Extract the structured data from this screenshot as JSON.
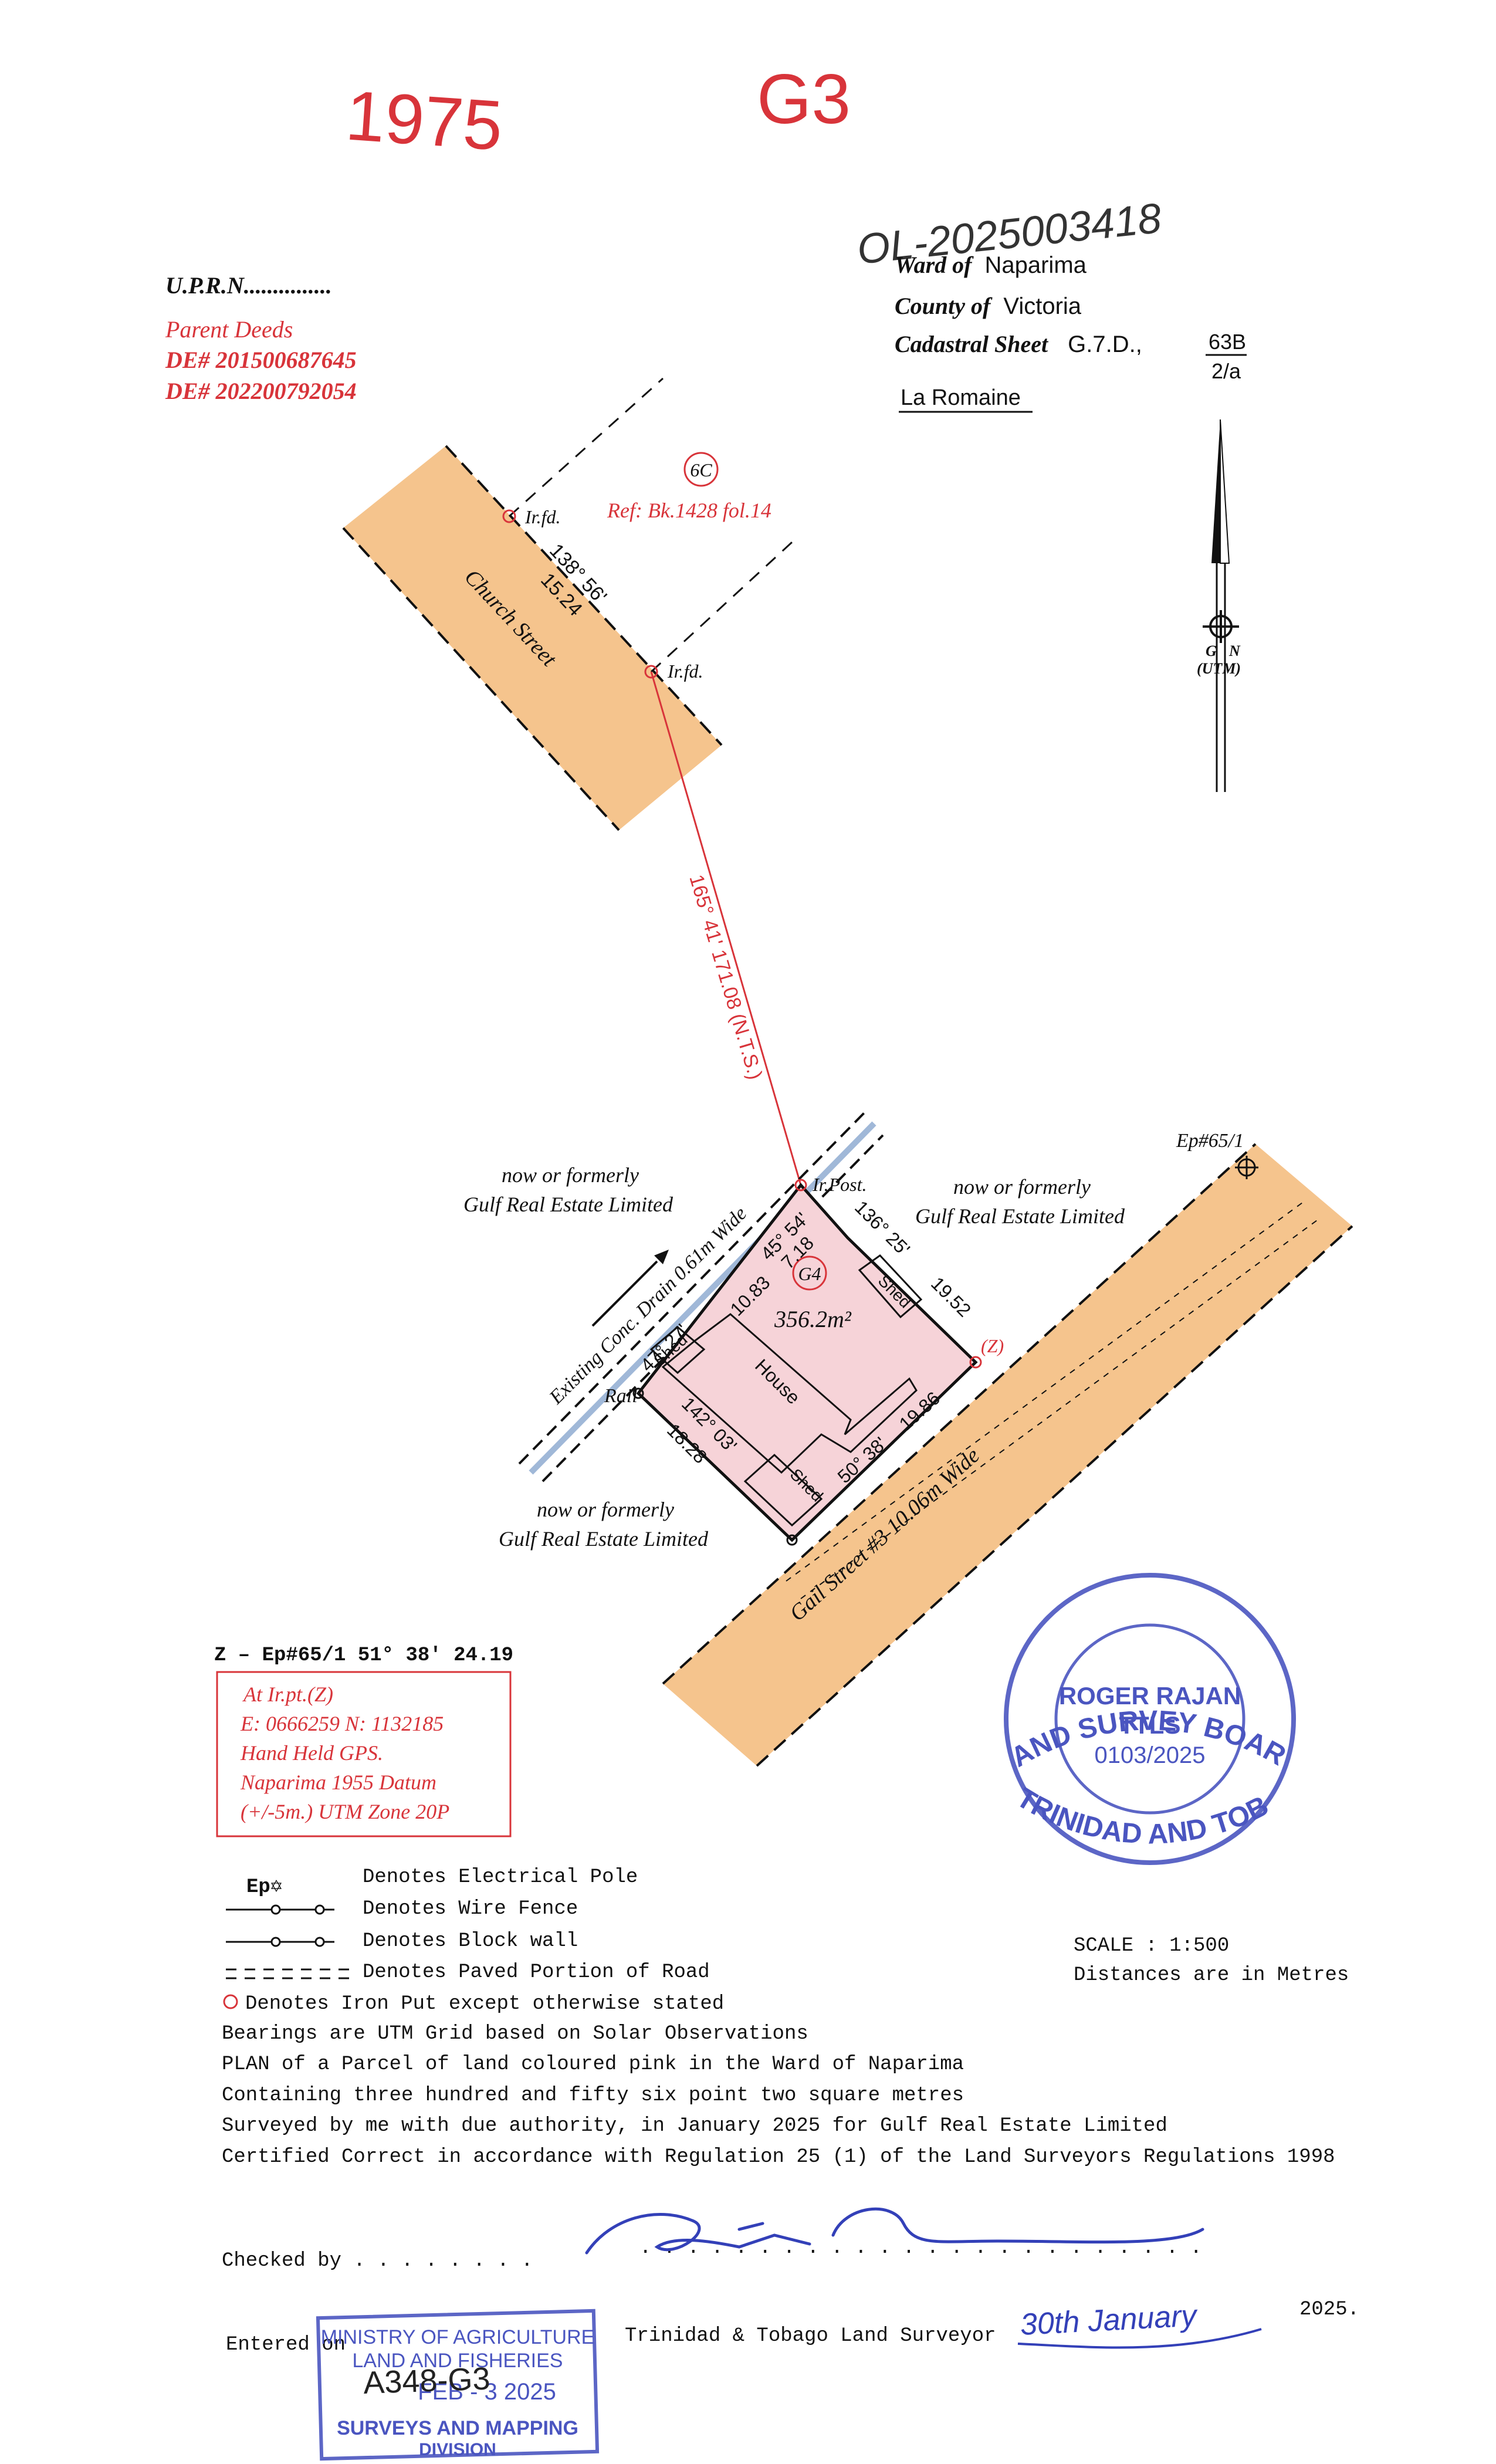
{
  "header": {
    "number_left": "1975",
    "number_right": "G3",
    "file_number": "OL-2025003418"
  },
  "upper_left": {
    "uprn": "U.P.R.N...............",
    "parent_deeds_label": "Parent Deeds",
    "deed_1": "DE# 201500687645",
    "deed_2": "DE# 202200792054"
  },
  "location": {
    "ward_label": "Ward of",
    "ward_value": "Naparima",
    "county_label": "County of",
    "county_value": "Victoria",
    "sheet_label": "Cadastral Sheet",
    "sheet_prefix": "G.7.D.,",
    "sheet_num": "63B",
    "sheet_den": "2/a",
    "locality": "La Romaine"
  },
  "north": {
    "g": "G",
    "n": "N",
    "utm": "(UTM)"
  },
  "map": {
    "parcel_6c": "6C",
    "ref_6c": "Ref: Bk.1428 fol.14",
    "ir_fd_1": "Ir.fd.",
    "ir_fd_2": "Ir.fd.",
    "church_street": "Church Street",
    "church_bearing": "138° 56'",
    "church_distance": "15.24",
    "tie_line": "165° 41'  171.08 (N.T.S.)",
    "drain": "Existing Conc. Drain 0.61m Wide",
    "ir_post": "Ir.Post.",
    "now_formerly_1": "now or formerly",
    "gulf_1": "Gulf Real Estate Limited",
    "now_formerly_2": "now or formerly",
    "gulf_2": "Gulf Real Estate Limited",
    "now_formerly_3": "now or formerly",
    "gulf_3": "Gulf Real Estate Limited",
    "ep_label": "Ep#65/1",
    "parcel_g4": "G4",
    "area": "356.2m²",
    "side_1083": "10.83",
    "bearing_4554": "45° 54'",
    "side_718": "7.18",
    "bearing_13625": "136° 25'",
    "side_1952": "19.52",
    "bearing_4727": "47° 27'",
    "shed_1": "Shed",
    "shed_2": "Shed",
    "shed_3": "Shed",
    "house": "House",
    "rail": "Rail",
    "bearing_14203": "142° 03'",
    "side_1828": "18.28",
    "bearing_5038": "50° 38'",
    "side_1986": "19.86",
    "z_mark": "(Z)",
    "gail_street": "Gail Street #3 10.06m Wide"
  },
  "gps": {
    "z_line": "Z – Ep#65/1 51° 38' 24.19",
    "at": "At Ir.pt.(Z)",
    "coords": "E: 0666259  N: 1132185",
    "gps": "Hand Held GPS.",
    "datum": "Naparima 1955 Datum",
    "zone": "(+/-5m.) UTM Zone 20P"
  },
  "stamp": {
    "ring_top": "LAND SURVEY BOARD",
    "ring_bottom": "OF TRINIDAD AND TOBAGO",
    "name": "ROGER RAJAN",
    "title": "TTLS",
    "number": "0103/2025"
  },
  "legend": {
    "ep_symbol": "Ep✡",
    "electrical_pole": "Denotes Electrical Pole",
    "wire_fence": "Denotes Wire Fence",
    "block_wall": "Denotes Block wall",
    "paved_road": "Denotes Paved Portion of Road",
    "iron_put": "Denotes Iron Put except otherwise stated"
  },
  "scale": {
    "scale_label": "SCALE : 1:500",
    "units": "Distances are in Metres"
  },
  "certification": {
    "line_1": "Bearings are UTM Grid based on Solar Observations",
    "line_2": "PLAN of a Parcel of land coloured pink in the Ward of Naparima",
    "line_3": "Containing three hundred and fifty six point two square metres",
    "line_4": "Surveyed by me with due authority, in January 2025 for Gulf Real Estate Limited",
    "line_5": "Certified Correct in accordance with Regulation 25 (1) of the Land Surveyors Regulations 1998"
  },
  "footer": {
    "checked_by": "Checked by . . . . . . . .",
    "dots": ". . . . . . . . . . . . . . . . . . . . . . . .",
    "entered_on": "Entered on",
    "surveyor": "Trinidad & Tobago  Land Surveyor",
    "date_hand": "30th January",
    "year": "2025."
  },
  "ministry_stamp": {
    "line_1": "MINISTRY OF AGRICULTURE",
    "line_2": "LAND AND FISHERIES",
    "line_3": "FEB - 3 2025",
    "line_4": "SURVEYS AND MAPPING",
    "line_5": "DIVISION",
    "handwritten": "A348-G3"
  },
  "colors": {
    "red": "#d8343a",
    "road": "#f5c48d",
    "parcel": "#f6d3d8",
    "stamp_blue": "#4a55c0",
    "ink": "#111111"
  }
}
